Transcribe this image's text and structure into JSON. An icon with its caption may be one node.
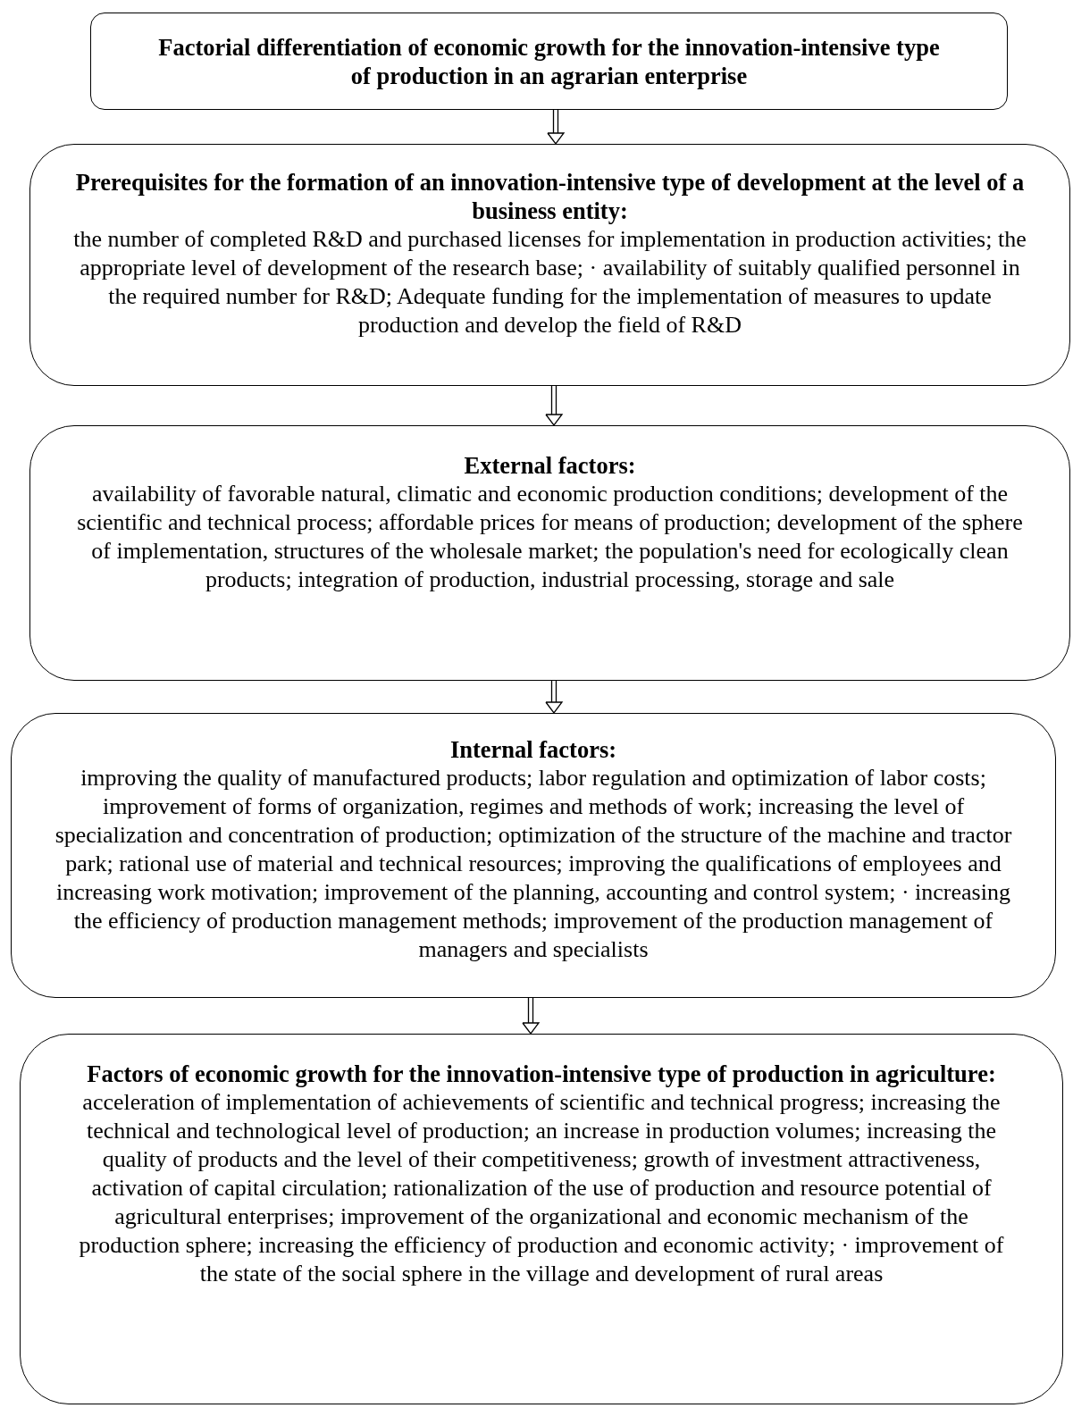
{
  "diagram": {
    "nodes": [
      {
        "text": [
          "Factorial differentiation of economic growth for the innovation-intensive type of production in an agrarian enterprise"
        ]
      },
      {
        "text": [
          "Prerequisites for the formation of an innovation-intensive type of development at the level of a business entity:",
          "the number of completed R&D and purchased licenses for implementation in production activities; the appropriate level of development of the research base; · availability of suitably qualified personnel in the required number for R&D; Adequate funding for the implementation of measures to update production and develop the field of R&D"
        ]
      },
      {
        "text": [
          "External factors:",
          "availability of favorable natural, climatic and economic production conditions; development of the scientific and technical process; affordable prices for means of production; development of the sphere of implementation, structures of the wholesale market; the population's need for ecologically clean products; integration of production, industrial processing, storage and sale"
        ]
      },
      {
        "text": [
          "Internal factors:",
          "improving the quality of manufactured products; labor regulation and optimization of labor costs; improvement of forms of organization, regimes and methods of work; increasing the level of specialization and concentration of production; optimization of the structure of the machine and tractor park; rational use of material and technical resources; improving the qualifications of employees and increasing work motivation; improvement of the planning, accounting and control system; · increasing the efficiency of production management methods; improvement of the production management of managers and specialists"
        ]
      },
      {
        "text": [
          "Factors of economic growth for the innovation-intensive type of production in agriculture:",
          "acceleration of implementation of achievements of scientific and technical progress; increasing the technical and technological level of production; an increase in production volumes; increasing the quality of products and the level of their competitiveness; growth of investment attractiveness, activation of capital circulation; rationalization of the use of production and resource potential of agricultural enterprises; improvement of the organizational and economic mechanism of the production sphere; increasing the efficiency of production and economic activity; · improvement of the state of the social sphere in the village and development of rural areas"
        ]
      }
    ],
    "edges": [
      {
        "from": 0,
        "to": 1,
        "arrow": "to"
      },
      {
        "from": 1,
        "to": 2,
        "arrow": "to"
      },
      {
        "from": 2,
        "to": 3,
        "arrow": "to"
      },
      {
        "from": 3,
        "to": 4,
        "arrow": "to"
      }
    ]
  }
}
